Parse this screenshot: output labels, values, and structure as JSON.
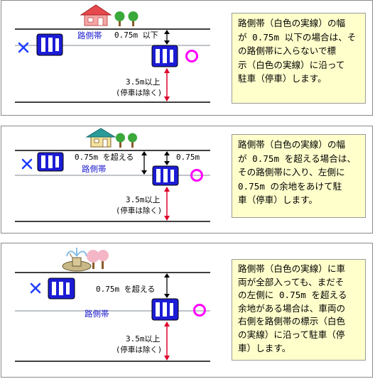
{
  "colors": {
    "road_line": "#000000",
    "shoulder_line": "#9aa0a8",
    "car_body": "#1c1cd6",
    "arrow": "#e0002a",
    "x_mark": "#1e3cff",
    "o_mark": "#ff00ff",
    "note_bg": "#ffffcc"
  },
  "panels": [
    {
      "shoulder_label": "路側帯",
      "width_label": "0.75m 以下",
      "distance_label": "3.5m以上",
      "distance_note": "(停車は除く)",
      "icon": "house-with-trees-icon",
      "note": [
        "路側帯（白色の実線）の幅",
        "が 0.75m 以下の場合は、そ",
        "の路側帯に入らないで標",
        "示（白色の実線）に沿って",
        "駐車（停車）します。"
      ]
    },
    {
      "shoulder_label": "路側帯",
      "width_label": "0.75m を超える",
      "gap_label": "0.75m",
      "distance_label": "3.5m以上",
      "distance_note": "(停車は除く)",
      "icon": "house-with-trees-icon",
      "note": [
        "路側帯（白色の実線）の幅",
        "が 0.75m を超える場合は、",
        "その路側帯に入り、左側に",
        "0.75m の余地をあけて駐",
        "車（停車）します。"
      ]
    },
    {
      "shoulder_label": "路側帯",
      "width_label": "0.75m を超える",
      "distance_label": "3.5m以上",
      "distance_note": "(停車は除く)",
      "icon": "fountain-with-trees-icon",
      "note": [
        "路側帯（白色の実線）に車",
        "両が全部入っても、まだそ",
        "の左側に 0.75m を超える",
        "余地がある場合は、車両の",
        "右側を路側帯の標示（白色",
        "の実線）に沿って駐車（停",
        "車）します。"
      ]
    }
  ]
}
